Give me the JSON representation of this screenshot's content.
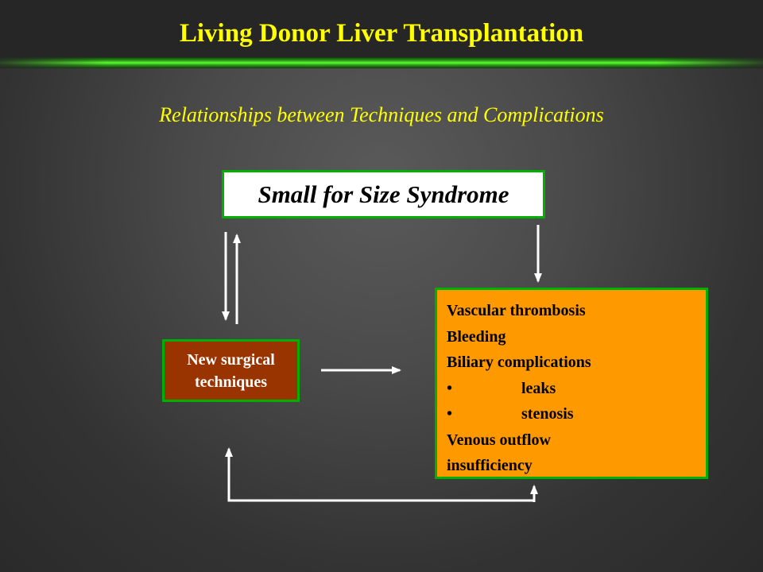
{
  "slide": {
    "title": "Living Donor Liver Transplantation",
    "subtitle": "Relationships between Techniques and Complications"
  },
  "diagram": {
    "small_for_size": "Small for Size Syndrome",
    "new_techniques": {
      "line1": "New surgical",
      "line2": "techniques"
    },
    "complications": {
      "items": [
        "Vascular thrombosis",
        "Bleeding",
        "Biliary complications",
        "leaks",
        "stenosis",
        "Venous outflow",
        "insufficiency"
      ],
      "bullet": "•"
    }
  },
  "colors": {
    "title_text": "#ffff00",
    "accent_line": "#5cff2c",
    "box_border": "#00b000",
    "techniques_fill": "#993300",
    "complications_fill": "#ff9900",
    "arrow": "#ffffff"
  }
}
